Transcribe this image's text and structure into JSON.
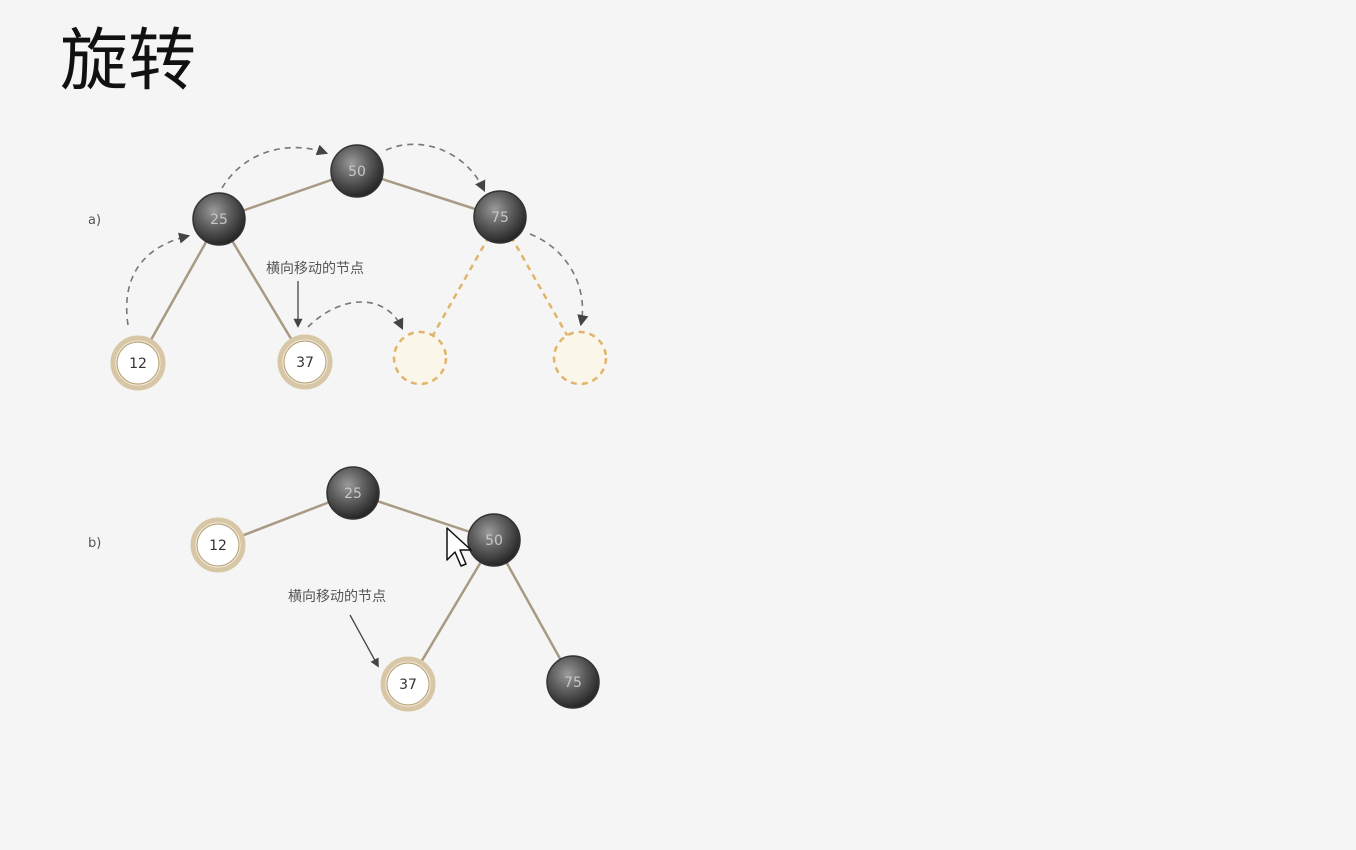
{
  "title": "旋转",
  "diagram_a": {
    "label": "a)",
    "annotation": "横向移动的节点",
    "nodes": {
      "root": "50",
      "left": "25",
      "right": "75",
      "left_left": "12",
      "left_right": "37"
    }
  },
  "diagram_b": {
    "label": "b)",
    "annotation": "横向移动的节点",
    "nodes": {
      "root": "25",
      "left": "12",
      "right": "50",
      "right_left": "37",
      "right_right": "75"
    }
  }
}
